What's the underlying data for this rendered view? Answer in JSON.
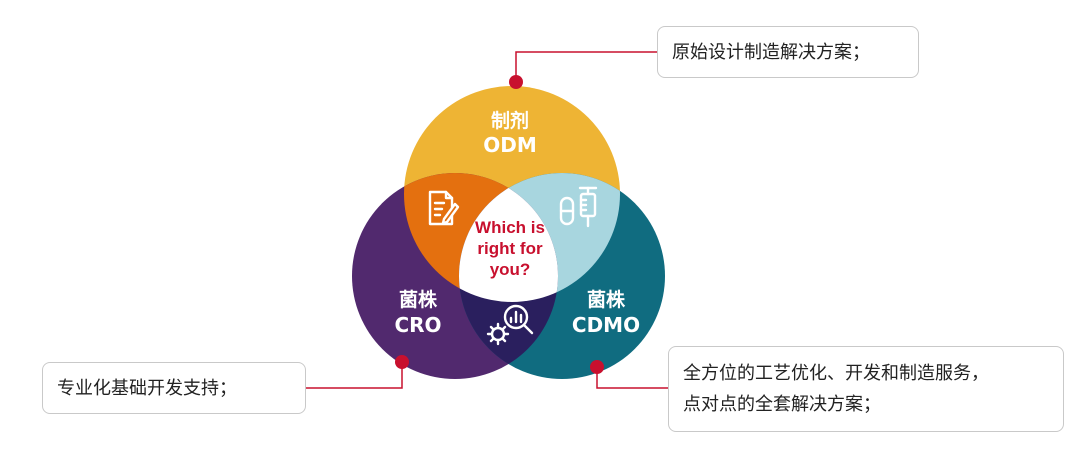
{
  "colors": {
    "odm": "#eeb434",
    "cro": "#51296e",
    "cdmo": "#106c80",
    "odm_cro_overlap": "#e4700f",
    "odm_cdmo_overlap": "#a8d6df",
    "cro_cdmo_overlap": "#2a1f5e",
    "center": "#ffffff",
    "accent_red": "#c8102e",
    "callout_border": "#c9c9c9"
  },
  "circles": {
    "odm": {
      "title_cn": "制剂",
      "title_en": "ODM"
    },
    "cro": {
      "title_cn": "菌株",
      "title_en": "CRO"
    },
    "cdmo": {
      "title_cn": "菌株",
      "title_en": "CDMO"
    }
  },
  "center": {
    "line1": "Which is",
    "line2": "right for",
    "line3": "you?"
  },
  "icons": {
    "odm_cro": "document-edit-icon",
    "odm_cdmo": "capsule-syringe-icon",
    "cro_cdmo": "gear-magnifier-chart-icon"
  },
  "callouts": {
    "odm": {
      "text": "原始设计制造解决方案；"
    },
    "cro": {
      "text": "专业化基础开发支持；"
    },
    "cdmo": {
      "line1": "全方位的工艺优化、开发和制造服务，",
      "line2": "点对点的全套解决方案；"
    }
  }
}
